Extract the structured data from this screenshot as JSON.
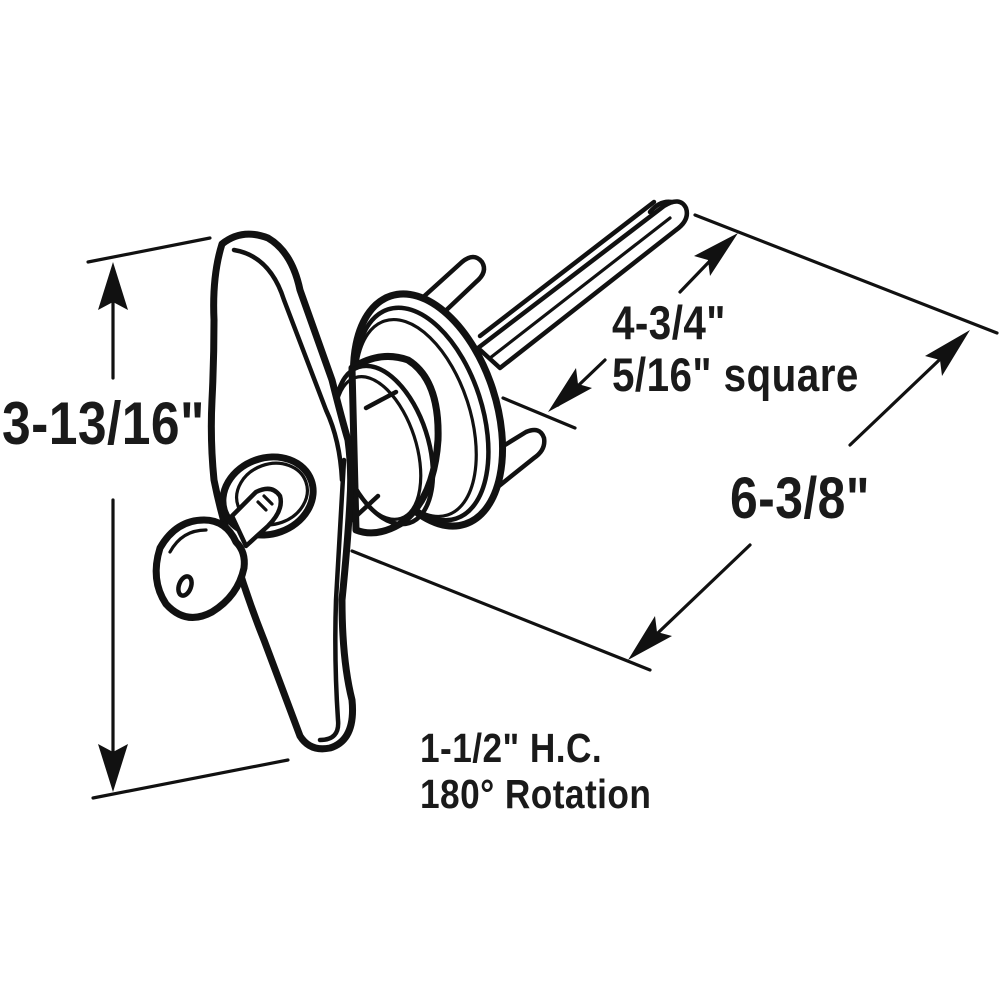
{
  "diagram": {
    "subject": "T-handle lock with key",
    "line_color": "#111111",
    "background": "#ffffff",
    "parts": [
      "t-handle",
      "key",
      "key-cylinder",
      "lock-body",
      "rose-flange",
      "mounting-studs",
      "square-spindle"
    ]
  },
  "dimensions": {
    "handle_height": "3-13/16\"",
    "spindle_length": "4-3/4\"",
    "spindle_size": "5/16\" square",
    "overall_length": "6-3/8\"",
    "hole_centers": "1-1/2\" H.C.",
    "rotation": "180° Rotation"
  }
}
